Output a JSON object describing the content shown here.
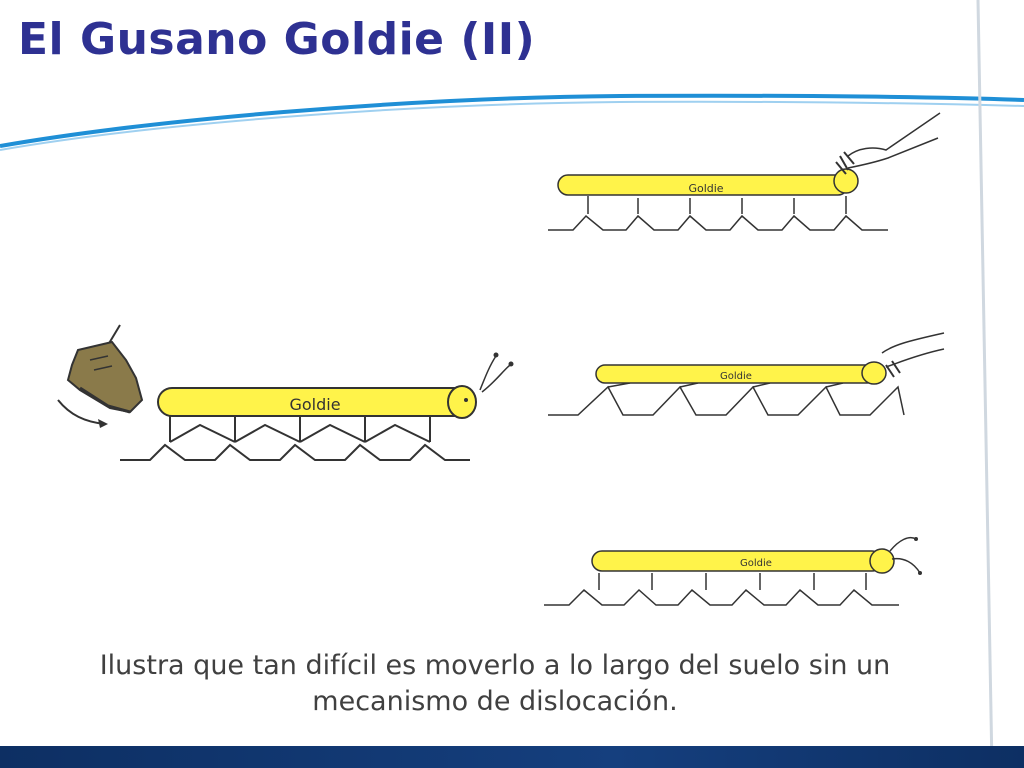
{
  "slide": {
    "title": "El Gusano Goldie (II)",
    "caption": "Ilustra que tan difícil es moverlo a lo largo del suelo sin un mecanismo de dislocación."
  },
  "figures": {
    "main_worm": {
      "label": "Goldie"
    },
    "worm_top": {
      "label": "Goldie"
    },
    "worm_middle": {
      "label": "Goldie"
    },
    "worm_bottom": {
      "label": "Goldie"
    }
  },
  "colors": {
    "title": "#2e3192",
    "accent_line": "#1f8fd6",
    "worm_fill": "#fff34a",
    "bottom_band": "#153f7e"
  }
}
